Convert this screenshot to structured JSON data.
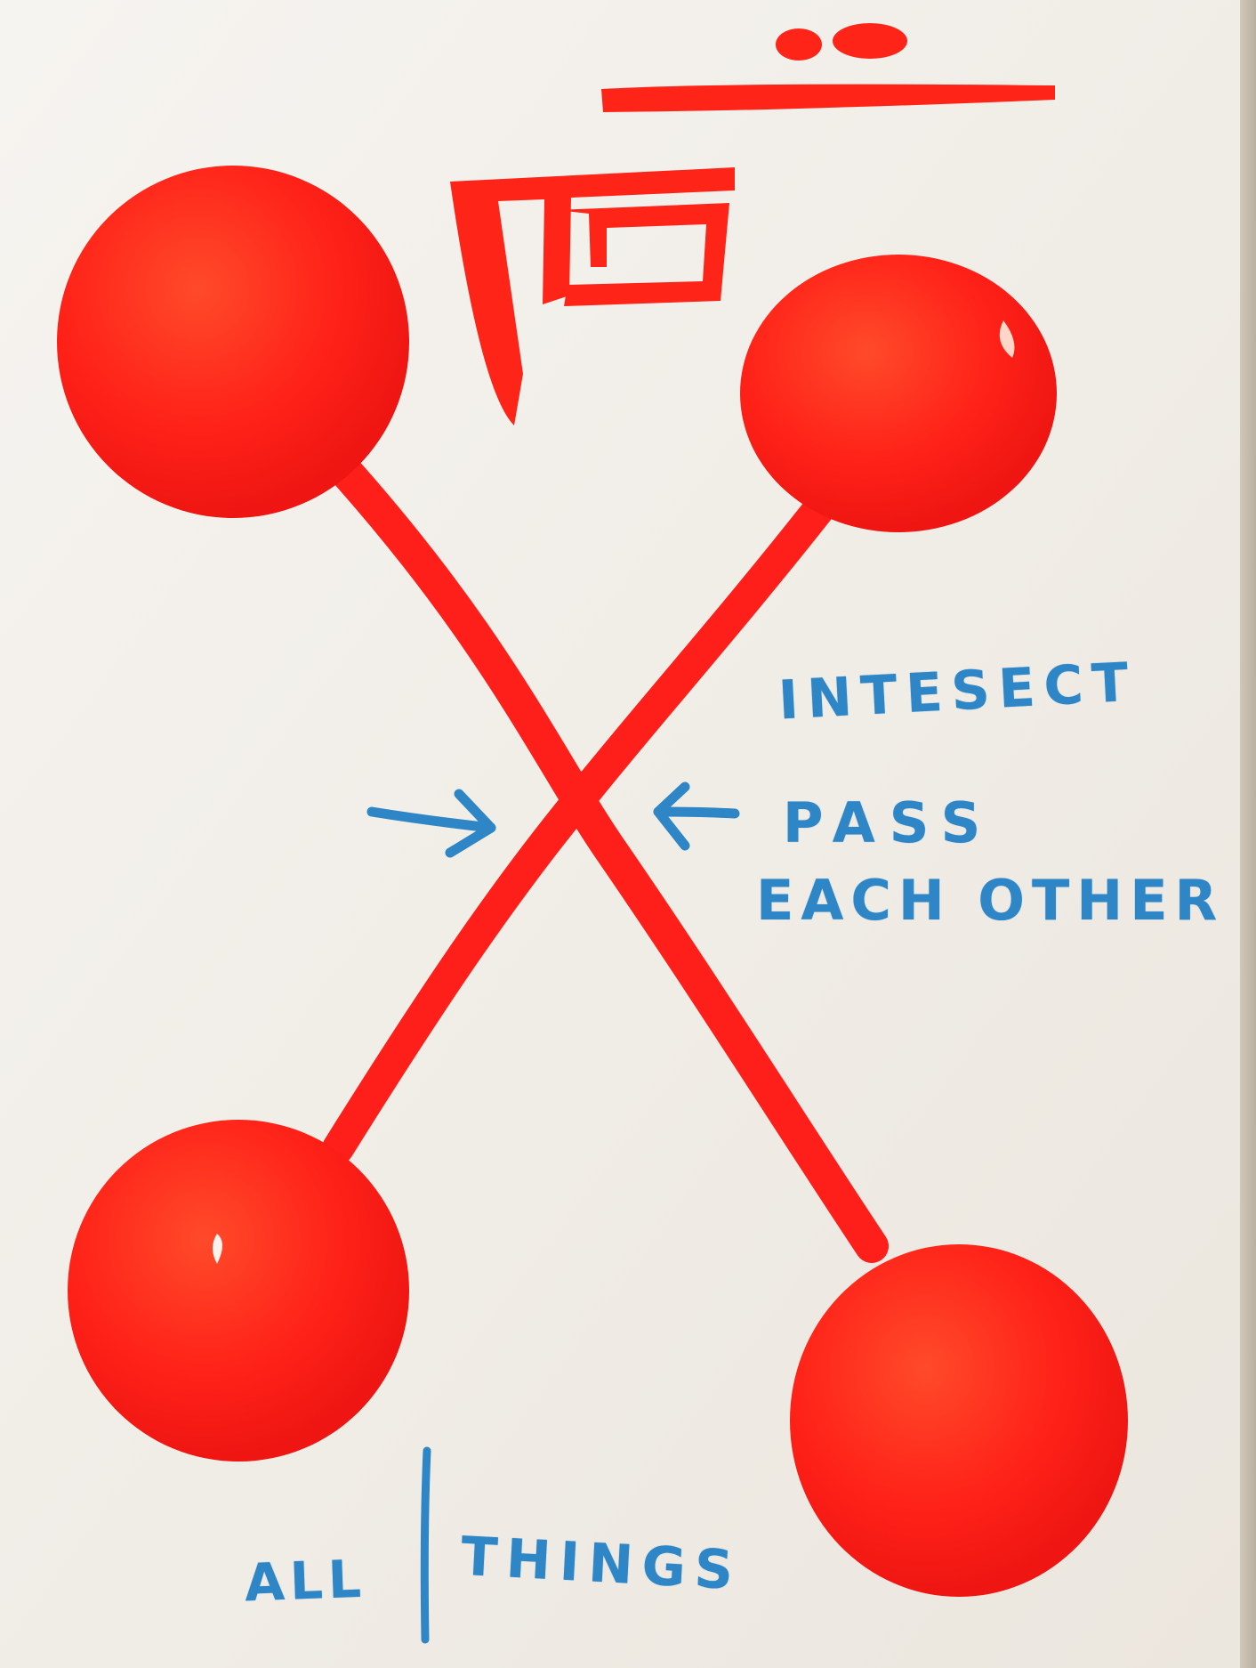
{
  "annotation": {
    "line1": "INTESECT",
    "line2": "PASS",
    "line3": "EACH OTHER"
  },
  "footer": {
    "left": "ALL",
    "right": "THINGS"
  },
  "colors": {
    "paint_red": "#ff1f1a",
    "paint_blue": "#2f86c6",
    "paper": "#f3f0eb"
  },
  "icons": {
    "glyph": "red-brush-glyph-icon",
    "arrows": "arrow-right-icon, arrow-left-icon"
  }
}
